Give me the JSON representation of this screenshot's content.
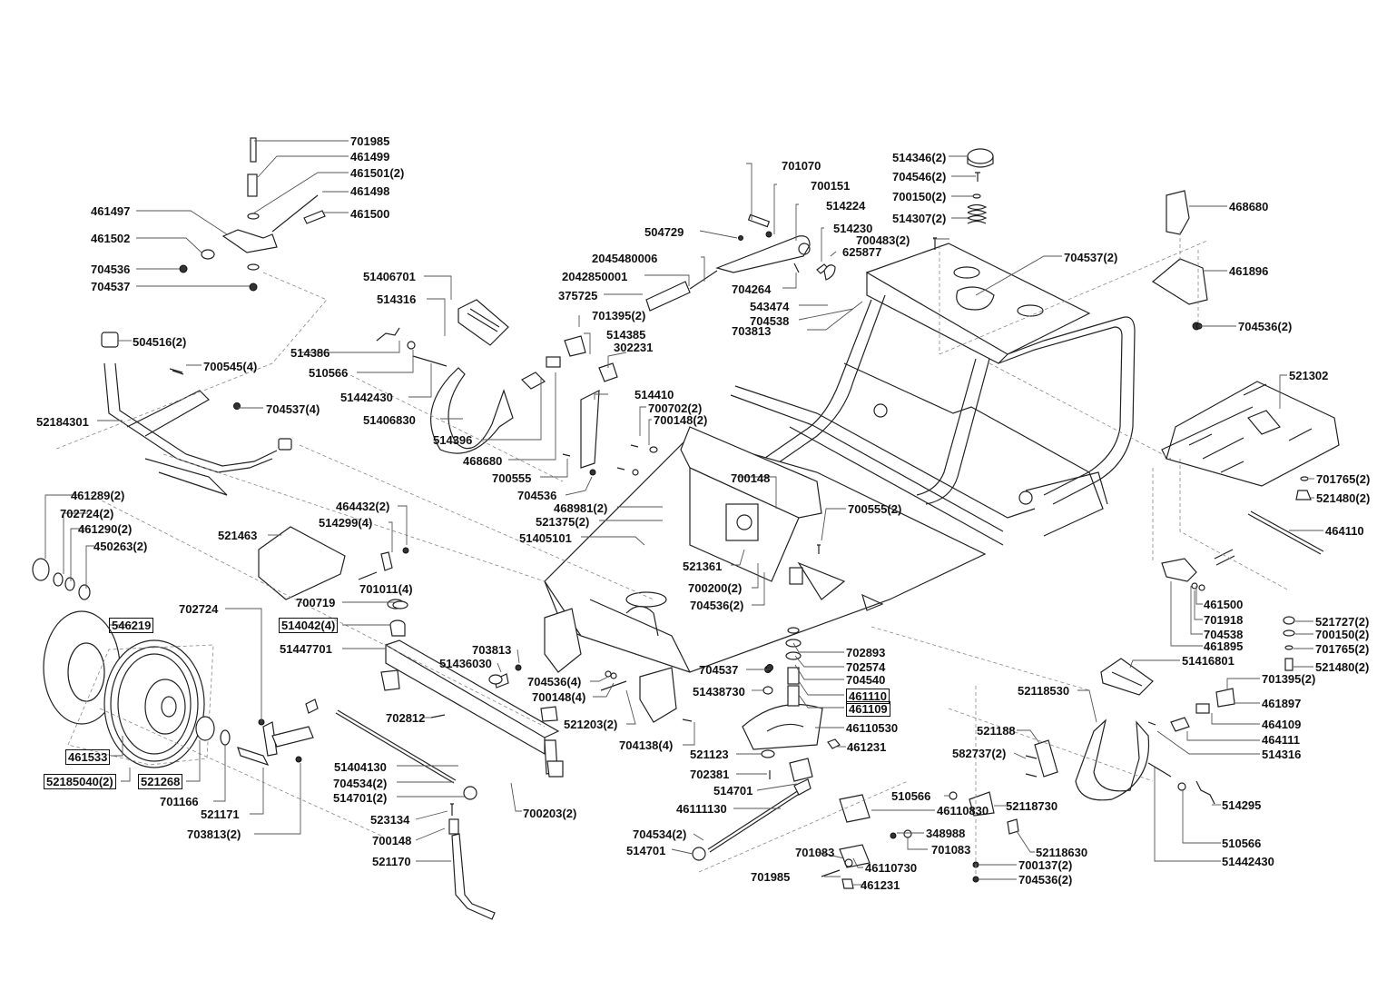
{
  "diagram": {
    "title": "Frame / Front Axle / Pedals exploded parts view",
    "colors": {
      "ink": "#111111",
      "leader": "#555555",
      "background": "#ffffff"
    },
    "labels": [
      {
        "id": "l1",
        "text": "701985"
      },
      {
        "id": "l2",
        "text": "461499"
      },
      {
        "id": "l3",
        "text": "461501(2)"
      },
      {
        "id": "l4",
        "text": "461498"
      },
      {
        "id": "l5",
        "text": "461497"
      },
      {
        "id": "l6",
        "text": "461500"
      },
      {
        "id": "l7",
        "text": "461502"
      },
      {
        "id": "l8",
        "text": "704536"
      },
      {
        "id": "l9",
        "text": "704537"
      },
      {
        "id": "l10",
        "text": "504516(2)"
      },
      {
        "id": "l11",
        "text": "700545(4)"
      },
      {
        "id": "l12",
        "text": "704537(4)"
      },
      {
        "id": "l13",
        "text": "52184301"
      },
      {
        "id": "l14",
        "text": "51406701"
      },
      {
        "id": "l15",
        "text": "514316"
      },
      {
        "id": "l16",
        "text": "514386"
      },
      {
        "id": "l17",
        "text": "510566"
      },
      {
        "id": "l18",
        "text": "51442430"
      },
      {
        "id": "l19",
        "text": "51406830"
      },
      {
        "id": "l20",
        "text": "514396"
      },
      {
        "id": "l21",
        "text": "468680"
      },
      {
        "id": "l22",
        "text": "700555"
      },
      {
        "id": "l23",
        "text": "704536"
      },
      {
        "id": "l24",
        "text": "701070"
      },
      {
        "id": "l25",
        "text": "700151"
      },
      {
        "id": "l26",
        "text": "514224"
      },
      {
        "id": "l27",
        "text": "504729"
      },
      {
        "id": "l28",
        "text": "514230"
      },
      {
        "id": "l29",
        "text": "625877"
      },
      {
        "id": "l30",
        "text": "2045480006"
      },
      {
        "id": "l31",
        "text": "2042850001"
      },
      {
        "id": "l32",
        "text": "375725"
      },
      {
        "id": "l33",
        "text": "701395(2)"
      },
      {
        "id": "l34",
        "text": "514385"
      },
      {
        "id": "l35",
        "text": "302231"
      },
      {
        "id": "l36",
        "text": "704264"
      },
      {
        "id": "l37",
        "text": "543474"
      },
      {
        "id": "l38",
        "text": "704538"
      },
      {
        "id": "l39",
        "text": "703813"
      },
      {
        "id": "l40",
        "text": "514410"
      },
      {
        "id": "l41",
        "text": "700702(2)"
      },
      {
        "id": "l42",
        "text": "700148(2)"
      },
      {
        "id": "l43",
        "text": "700148"
      },
      {
        "id": "l44",
        "text": "468981(2)"
      },
      {
        "id": "l45",
        "text": "521375(2)"
      },
      {
        "id": "l46",
        "text": "51405101"
      },
      {
        "id": "l47",
        "text": "700555(2)"
      },
      {
        "id": "l48",
        "text": "521361"
      },
      {
        "id": "l49",
        "text": "700200(2)"
      },
      {
        "id": "l50",
        "text": "704536(2)"
      },
      {
        "id": "l51",
        "text": "514346(2)"
      },
      {
        "id": "l52",
        "text": "704546(2)"
      },
      {
        "id": "l53",
        "text": "700150(2)"
      },
      {
        "id": "l54",
        "text": "514307(2)"
      },
      {
        "id": "l55",
        "text": "700483(2)"
      },
      {
        "id": "l56",
        "text": "704537(2)"
      },
      {
        "id": "l57",
        "text": "468680"
      },
      {
        "id": "l58",
        "text": "461896"
      },
      {
        "id": "l59",
        "text": "704536(2)"
      },
      {
        "id": "l60",
        "text": "521302"
      },
      {
        "id": "l61",
        "text": "701765(2)"
      },
      {
        "id": "l62",
        "text": "521480(2)"
      },
      {
        "id": "l63",
        "text": "464110"
      },
      {
        "id": "l64",
        "text": "461500"
      },
      {
        "id": "l65",
        "text": "701918"
      },
      {
        "id": "l66",
        "text": "704538"
      },
      {
        "id": "l67",
        "text": "461895"
      },
      {
        "id": "l68",
        "text": "51416801"
      },
      {
        "id": "l69",
        "text": "521727(2)"
      },
      {
        "id": "l70",
        "text": "700150(2)"
      },
      {
        "id": "l71",
        "text": "701765(2)"
      },
      {
        "id": "l72",
        "text": "521480(2)"
      },
      {
        "id": "l73",
        "text": "701395(2)"
      },
      {
        "id": "l74",
        "text": "461897"
      },
      {
        "id": "l75",
        "text": "464109"
      },
      {
        "id": "l76",
        "text": "464111"
      },
      {
        "id": "l77",
        "text": "514316"
      },
      {
        "id": "l78",
        "text": "461289(2)"
      },
      {
        "id": "l79",
        "text": "702724(2)"
      },
      {
        "id": "l80",
        "text": "461290(2)"
      },
      {
        "id": "l81",
        "text": "450263(2)"
      },
      {
        "id": "l82",
        "text": "546219",
        "boxed": true
      },
      {
        "id": "l83",
        "text": "461533",
        "boxed": true
      },
      {
        "id": "l84",
        "text": "52185040(2)",
        "boxed": true
      },
      {
        "id": "l85",
        "text": "521268",
        "boxed": true
      },
      {
        "id": "l86",
        "text": "701166"
      },
      {
        "id": "l87",
        "text": "521171"
      },
      {
        "id": "l88",
        "text": "703813(2)"
      },
      {
        "id": "l89",
        "text": "702724"
      },
      {
        "id": "l90",
        "text": "521463"
      },
      {
        "id": "l91",
        "text": "464432(2)"
      },
      {
        "id": "l92",
        "text": "514299(4)"
      },
      {
        "id": "l93",
        "text": "701011(4)"
      },
      {
        "id": "l94",
        "text": "700719"
      },
      {
        "id": "l95",
        "text": "514042(4)",
        "boxed": true
      },
      {
        "id": "l96",
        "text": "51447701"
      },
      {
        "id": "l97",
        "text": "703813"
      },
      {
        "id": "l98",
        "text": "51436030"
      },
      {
        "id": "l99",
        "text": "702812"
      },
      {
        "id": "l100",
        "text": "51404130"
      },
      {
        "id": "l101",
        "text": "704534(2)"
      },
      {
        "id": "l102",
        "text": "514701(2)"
      },
      {
        "id": "l103",
        "text": "523134"
      },
      {
        "id": "l104",
        "text": "700148"
      },
      {
        "id": "l105",
        "text": "521170"
      },
      {
        "id": "l106",
        "text": "700203(2)"
      },
      {
        "id": "l107",
        "text": "704536(4)"
      },
      {
        "id": "l108",
        "text": "700148(4)"
      },
      {
        "id": "l109",
        "text": "521203(2)"
      },
      {
        "id": "l110",
        "text": "704138(4)"
      },
      {
        "id": "l111",
        "text": "704537"
      },
      {
        "id": "l112",
        "text": "51438730"
      },
      {
        "id": "l113",
        "text": "702893"
      },
      {
        "id": "l114",
        "text": "702574"
      },
      {
        "id": "l115",
        "text": "704540"
      },
      {
        "id": "l116",
        "text": "461110",
        "boxed": true
      },
      {
        "id": "l117",
        "text": "461109",
        "boxed": true
      },
      {
        "id": "l118",
        "text": "46110530"
      },
      {
        "id": "l119",
        "text": "461231"
      },
      {
        "id": "l120",
        "text": "521123"
      },
      {
        "id": "l121",
        "text": "702381"
      },
      {
        "id": "l122",
        "text": "514701"
      },
      {
        "id": "l123",
        "text": "46111130"
      },
      {
        "id": "l124",
        "text": "704534(2)"
      },
      {
        "id": "l125",
        "text": "514701"
      },
      {
        "id": "l126",
        "text": "510566"
      },
      {
        "id": "l127",
        "text": "46110830"
      },
      {
        "id": "l128",
        "text": "348988"
      },
      {
        "id": "l129",
        "text": "701083"
      },
      {
        "id": "l130",
        "text": "701083"
      },
      {
        "id": "l131",
        "text": "46110730"
      },
      {
        "id": "l132",
        "text": "701985"
      },
      {
        "id": "l133",
        "text": "461231"
      },
      {
        "id": "l134",
        "text": "52118530"
      },
      {
        "id": "l135",
        "text": "521188"
      },
      {
        "id": "l136",
        "text": "582737(2)"
      },
      {
        "id": "l137",
        "text": "52118730"
      },
      {
        "id": "l138",
        "text": "52118630"
      },
      {
        "id": "l139",
        "text": "700137(2)"
      },
      {
        "id": "l140",
        "text": "704536(2)"
      },
      {
        "id": "l141",
        "text": "514295"
      },
      {
        "id": "l142",
        "text": "510566"
      },
      {
        "id": "l143",
        "text": "51442430"
      }
    ]
  }
}
